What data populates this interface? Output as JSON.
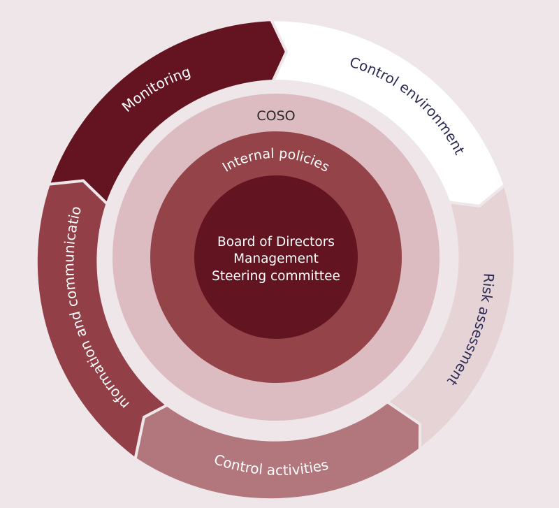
{
  "colors": {
    "background": "#EEE6E8",
    "monitoring": "#641420",
    "control_environment": "#FFFFFF",
    "risk_assessment": "#E5D3D6",
    "control_activities": "#B2777D",
    "information_communication": "#923F47",
    "coso_ring": "#DCBCC1",
    "internal_policies_ring": "#944449",
    "core": "#621420",
    "dark_text": "#2B2B55",
    "light_text": "#FFFFFF",
    "coso_text": "#2A2A2A"
  },
  "components": {
    "monitoring": "Monitoring",
    "control_environment": "Control environment",
    "risk_assessment": "Risk assessment",
    "control_activities": "Control activities",
    "information_communication": "Information and communication"
  },
  "rings": {
    "coso": "COSO",
    "internal_policies": "Internal policies"
  },
  "core": {
    "line1": "Board of Directors",
    "line2": "Management",
    "line3": "Steering committee"
  }
}
